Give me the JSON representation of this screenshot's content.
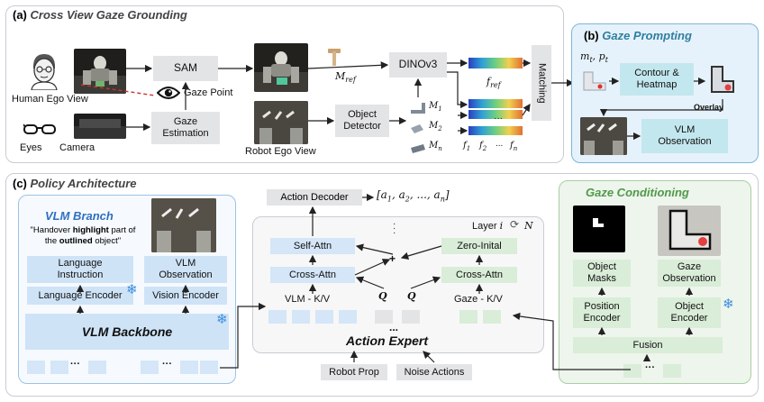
{
  "panel_a": {
    "title": "Cross View Gaze Grounding",
    "tag": "(a)",
    "human_ego_view": "Human Ego View",
    "eyes": "Eyes",
    "camera": "Camera",
    "sam": "SAM",
    "gaze_point": "Gaze Point",
    "gaze_estimation": "Gaze Estimation",
    "robot_ego_view": "Robot Ego View",
    "object_detector": "Object Detector",
    "dinov3": "DINOv3",
    "m_ref": "M_ref",
    "f_ref": "f_ref",
    "m1": "M_1",
    "m2": "M_2",
    "mn": "M_n",
    "f_labels": [
      "f_1",
      "f_2",
      "...",
      "f_n"
    ],
    "matching": "Matching"
  },
  "panel_b": {
    "tag": "(b)",
    "title": "Gaze Prompting",
    "mt_pt": "m_t, p_t",
    "contour_heatmap": "Contour & Heatmap",
    "overlay": "Overlay",
    "vlm_observation": "VLM Observation"
  },
  "panel_c": {
    "tag": "(c)",
    "title": "Policy Architecture",
    "vlm_branch": {
      "title": "VLM Branch",
      "instruction_pre": "\"Handover ",
      "instruction_b1": "highlight",
      "instruction_mid": " part of the ",
      "instruction_b2": "outlined",
      "instruction_post": " object\"",
      "language_instruction": "Language Instruction",
      "vlm_observation": "VLM Observation",
      "language_encoder": "Language Encoder",
      "vision_encoder": "Vision Encoder",
      "vlm_backbone": "VLM Backbone"
    },
    "action_expert": {
      "action_decoder": "Action Decoder",
      "output": "[a_1, a_2, ..., a_n]",
      "layer": "Layer i",
      "layer_n": "N",
      "self_attn": "Self-Attn",
      "cross_attn_left": "Cross-Attn",
      "zero_inital": "Zero-Inital",
      "cross_attn_right": "Cross-Attn",
      "vlm_kv": "VLM - K/V",
      "q1": "Q",
      "q2": "Q",
      "gaze_kv": "Gaze - K/V",
      "title": "Action Expert",
      "robot_prop": "Robot Prop",
      "noise_actions": "Noise Actions",
      "dots": "..."
    },
    "gaze_conditioning": {
      "title": "Gaze Conditioning",
      "object_masks": "Object Masks",
      "gaze_observation": "Gaze Observation",
      "position_encoder": "Position Encoder",
      "object_encoder": "Object Encoder",
      "fusion": "Fusion"
    }
  },
  "colors": {
    "panel_a_border": "#c8ccd2",
    "panel_b_border": "#7eb6d8",
    "panel_b_fill": "#e6f2fb",
    "vlm_branch_border": "#9cc3e6",
    "gaze_cond_border": "#a9cfa6",
    "gaze_cond_fill": "#eef5ec",
    "teal_title": "#2f7fa0",
    "green_title": "#4f9a4a",
    "blue_title": "#2f6fc0",
    "snowflake": "#3f8fe0"
  },
  "icons": [
    "human-face-icon",
    "eye-icon",
    "glasses-icon",
    "hammer-icon",
    "snowflake-icon",
    "loop-icon"
  ]
}
